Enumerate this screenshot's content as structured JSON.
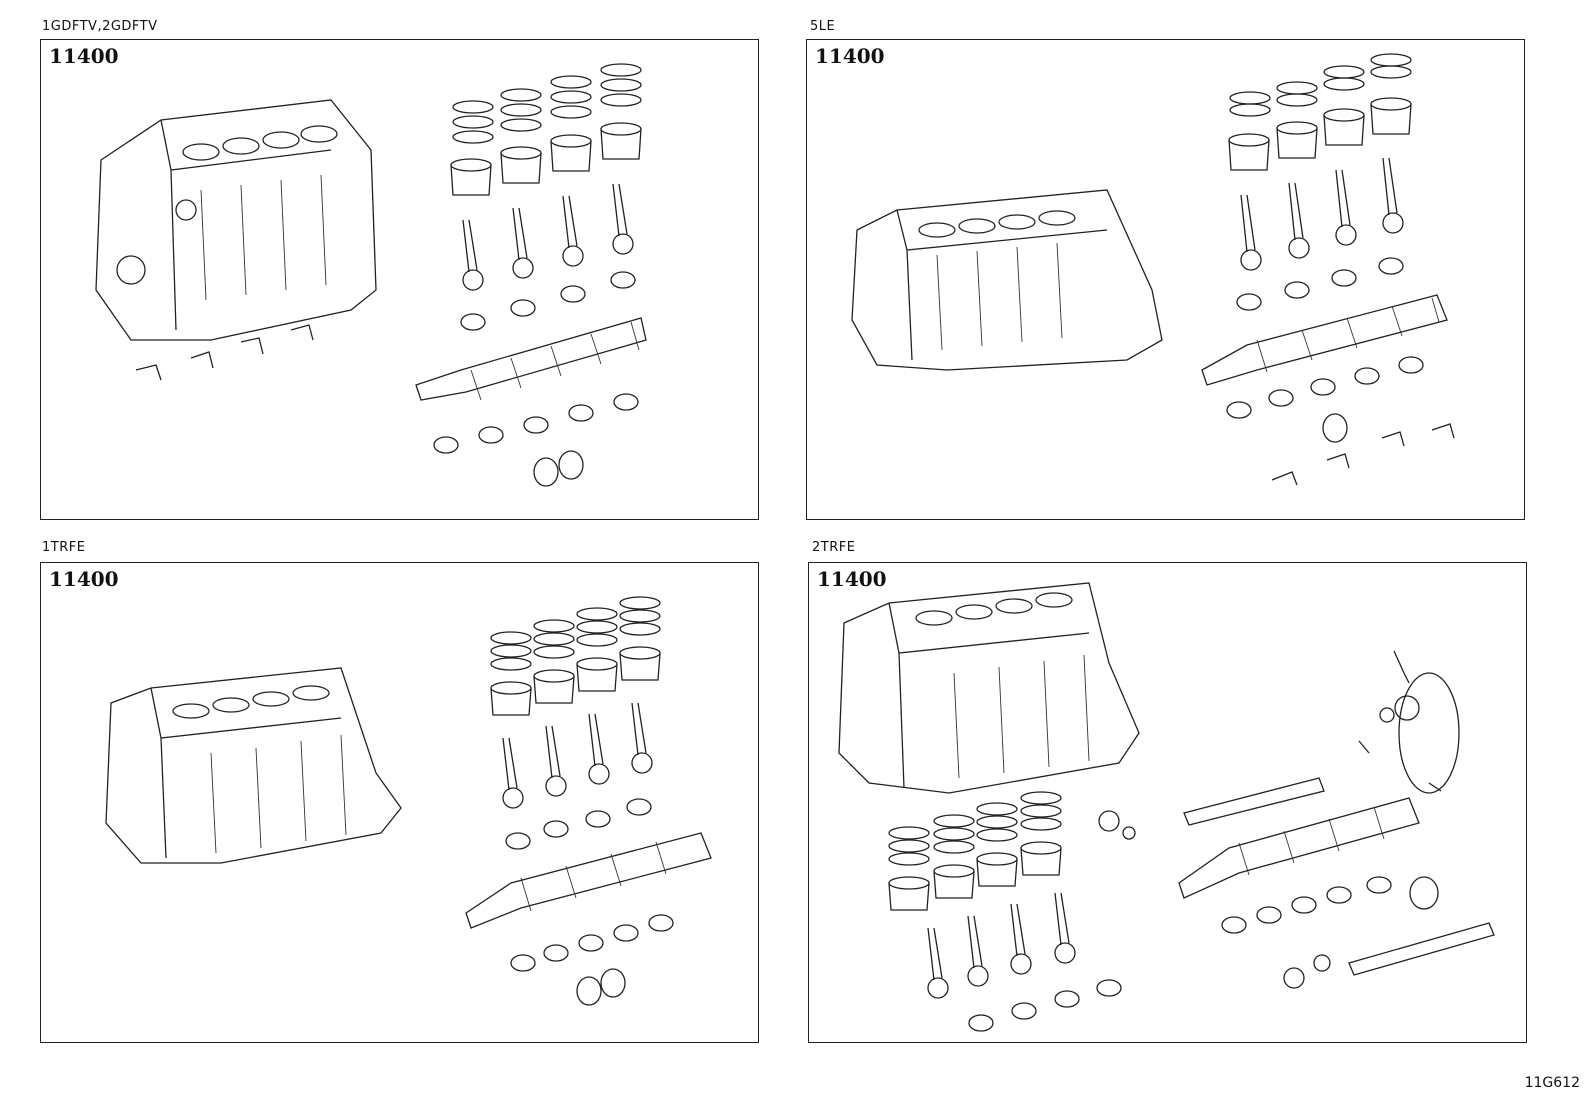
{
  "panels": [
    {
      "engine": "1GDFTV,2GDFTV",
      "part_code": "11400"
    },
    {
      "engine": "5LE",
      "part_code": "11400"
    },
    {
      "engine": "1TRFE",
      "part_code": "11400"
    },
    {
      "engine": "2TRFE",
      "part_code": "11400"
    }
  ],
  "sheet_code": "11G612",
  "icons": [
    "engine-block-icon",
    "piston-ring-icon",
    "piston-icon",
    "connecting-rod-icon",
    "bearing-icon",
    "crankshaft-icon",
    "balance-shaft-icon"
  ]
}
